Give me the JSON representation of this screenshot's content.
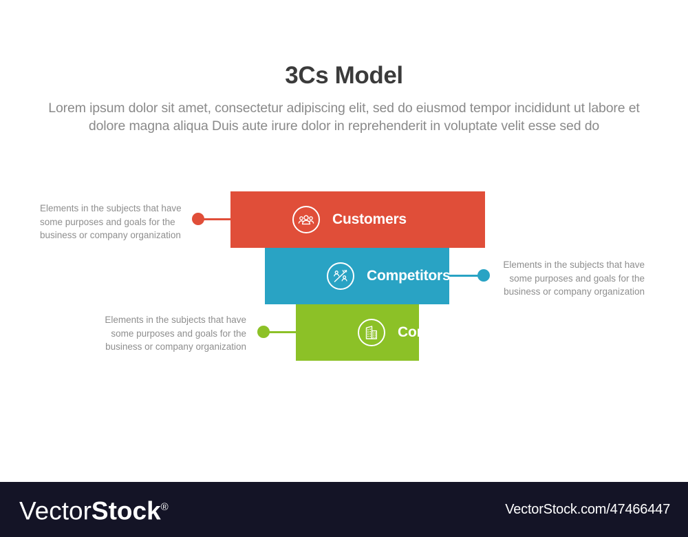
{
  "header": {
    "title": "3Cs Model",
    "subtitle": "Lorem ipsum dolor sit amet, consectetur adipiscing elit, sed do eiusmod tempor incididunt ut labore et dolore magna aliqua Duis aute irure dolor in reprehenderit in voluptate velit esse sed do"
  },
  "colors": {
    "customers": "#e04e39",
    "competitors": "#29a3c4",
    "company": "#8cc127",
    "title_text": "#3b3b3b",
    "body_text": "#8e8e8e",
    "footer_bg": "#141426"
  },
  "diagram": {
    "type": "stacked-funnel",
    "items": [
      {
        "label": "Customers",
        "icon": "people-group-icon",
        "color": "#e04e39",
        "description": "Elements in the subjects that have some purposes and goals for the business or company organization",
        "connector_side": "left"
      },
      {
        "label": "Competitors",
        "icon": "versus-people-icon",
        "color": "#29a3c4",
        "description": "Elements in the subjects that have some purposes and goals for the business or company organization",
        "connector_side": "right"
      },
      {
        "label": "Company",
        "icon": "office-building-icon",
        "color": "#8cc127",
        "description": "Elements in the subjects that have some purposes and goals for the business or company organization",
        "connector_side": "left"
      }
    ]
  },
  "footer": {
    "logo_light": "Vector",
    "logo_bold": "Stock",
    "logo_registered": "®",
    "url": "VectorStock.com/47466447"
  }
}
